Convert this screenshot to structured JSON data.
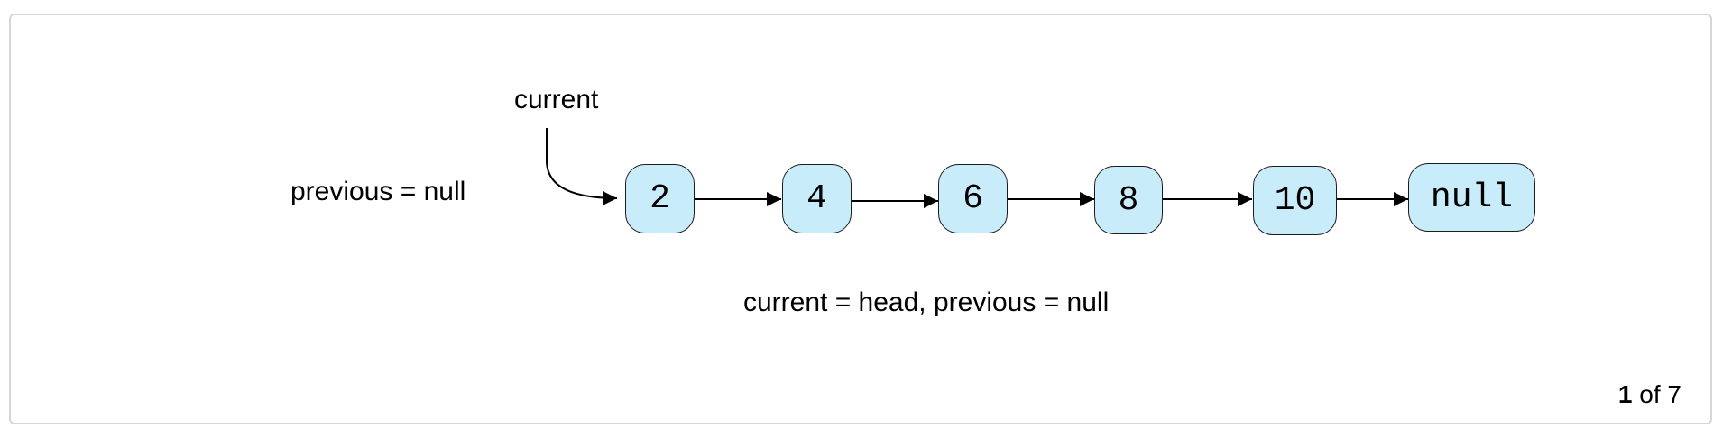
{
  "slide": {
    "pointer_label": "current",
    "previous_label": "previous = null",
    "caption": "current = head, previous = null",
    "nodes": [
      {
        "value": "2"
      },
      {
        "value": "4"
      },
      {
        "value": "6"
      },
      {
        "value": "8"
      },
      {
        "value": "10"
      },
      {
        "value": "null"
      }
    ]
  },
  "pager": {
    "current": "1",
    "of_word": "of",
    "total": "7"
  },
  "colors": {
    "node_fill": "#c9ecfa",
    "node_border": "#1c1c1c",
    "frame_border": "#d6d6d6"
  }
}
